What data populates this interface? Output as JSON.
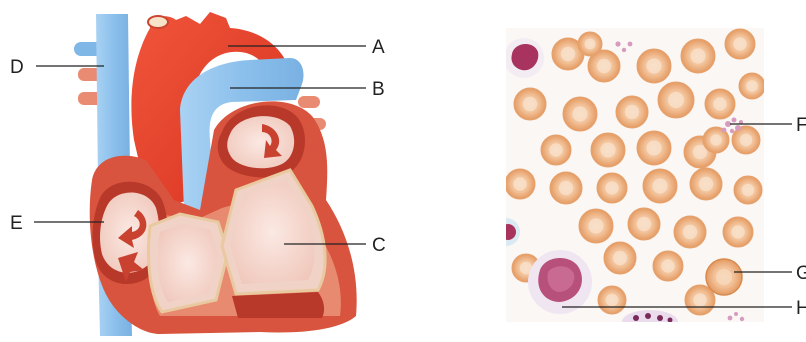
{
  "figure": {
    "heart_labels": [
      "A",
      "B",
      "C",
      "D",
      "E"
    ],
    "blood_labels": [
      "F",
      "G",
      "H"
    ]
  },
  "colors": {
    "artery_red": "#e8432b",
    "vein_blue": "#8fc3ee",
    "myocardium": "#d9533f",
    "chamber": "#f6ddd5",
    "rbc": "#f0b98a",
    "rbc_rim": "#e59a63",
    "platelet": "#d7a9c9",
    "wbc_nucleus": "#b8507c"
  }
}
